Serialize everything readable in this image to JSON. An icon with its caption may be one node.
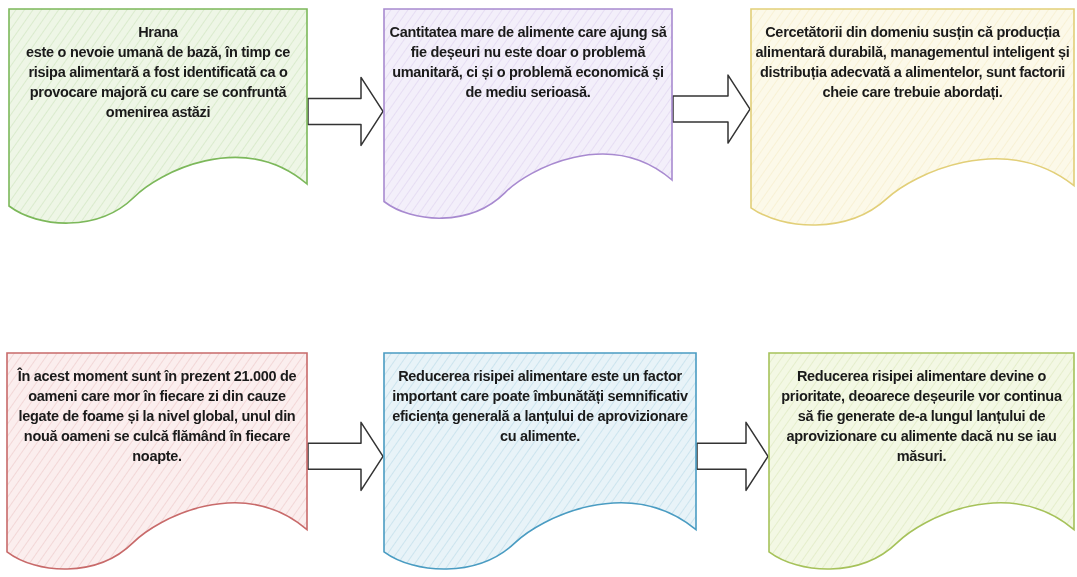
{
  "diagram": {
    "nodes": [
      {
        "text": [
          "Hrana",
          "este o nevoie umană de bază, în timp ce risipa alimentară a fost identificată ca o provocare majoră cu care se confruntă omenirea astăzi"
        ]
      },
      {
        "text": [
          "Cantitatea mare de alimente care ajung să fie deșeuri nu este doar o problemă umanitară, ci și o problemă economică și de mediu serioasă."
        ]
      },
      {
        "text": [
          "Cercetătorii din domeniu susțin că producția alimentară durabilă, managementul inteligent și distribuția adecvată a alimentelor, sunt factorii cheie care trebuie abordați."
        ]
      },
      {
        "text": [
          "În acest moment sunt în prezent 21.000 de oameni care mor în fiecare zi din cauze legate de foame și la nivel global, unul din nouă oameni se culcă flămând în fiecare noapte."
        ]
      },
      {
        "text": [
          "Reducerea risipei alimentare este un factor important care poate îmbunătăți semnificativ eficiența generală a lanțului de aprovizionare cu alimente."
        ]
      },
      {
        "text": [
          "Reducerea risipei alimentare devine o prioritate, deoarece deșeurile vor continua să fie generate de-a lungul lanțului de aprovizionare cu alimente dacă nu se iau măsuri."
        ]
      }
    ],
    "edges": [
      {
        "from": 0,
        "to": 1,
        "arrow": "to"
      },
      {
        "from": 1,
        "to": 2,
        "arrow": "to"
      },
      {
        "from": 3,
        "to": 4,
        "arrow": "to"
      },
      {
        "from": 4,
        "to": 5,
        "arrow": "to"
      }
    ]
  }
}
